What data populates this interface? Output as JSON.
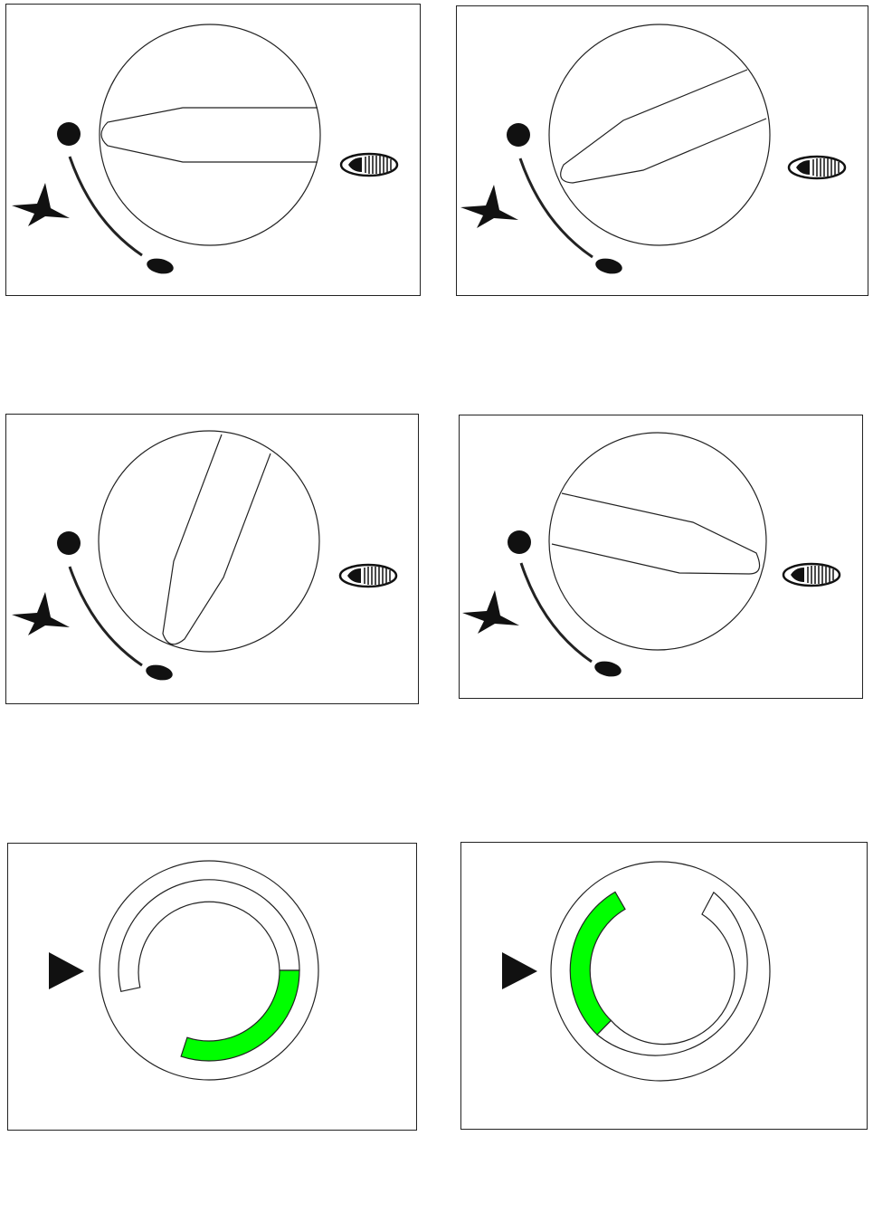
{
  "colors": {
    "outline": "#222222",
    "symbol": "#111111",
    "fill_active": "#00ff00",
    "background": "#ffffff"
  },
  "knob_panels": [
    {
      "id": "knob-panel-1",
      "icons": [
        "dot-icon",
        "star-icon",
        "oval-icon",
        "lamp-icon"
      ]
    },
    {
      "id": "knob-panel-2",
      "icons": [
        "dot-icon",
        "star-icon",
        "oval-icon",
        "lamp-icon"
      ]
    },
    {
      "id": "knob-panel-3",
      "icons": [
        "dot-icon",
        "star-icon",
        "oval-icon",
        "lamp-icon"
      ]
    },
    {
      "id": "knob-panel-4",
      "icons": [
        "dot-icon",
        "star-icon",
        "oval-icon",
        "lamp-icon"
      ]
    }
  ],
  "ring_panels": [
    {
      "id": "ring-panel-1",
      "icons": [
        "play-arrow-icon"
      ]
    },
    {
      "id": "ring-panel-2",
      "icons": [
        "play-arrow-icon"
      ]
    }
  ]
}
